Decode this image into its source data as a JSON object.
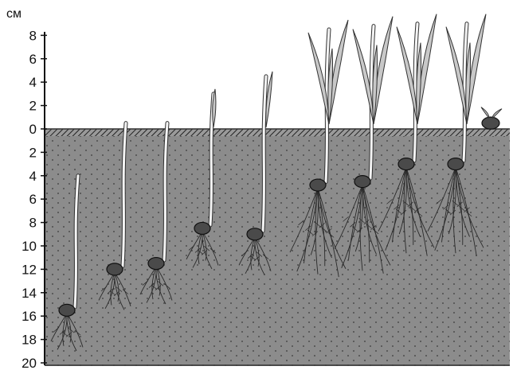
{
  "axis": {
    "unit": "см",
    "ticks": [
      {
        "label": "8",
        "value": 8,
        "above": true
      },
      {
        "label": "6",
        "value": 6,
        "above": true
      },
      {
        "label": "4",
        "value": 4,
        "above": true
      },
      {
        "label": "2",
        "value": 2,
        "above": true
      },
      {
        "label": "0",
        "value": 0,
        "above": true
      },
      {
        "label": "2",
        "value": 2,
        "above": false
      },
      {
        "label": "4",
        "value": 4,
        "above": false
      },
      {
        "label": "6",
        "value": 6,
        "above": false
      },
      {
        "label": "8",
        "value": 8,
        "above": false
      },
      {
        "label": "10",
        "value": 10,
        "above": false
      },
      {
        "label": "12",
        "value": 12,
        "above": false
      },
      {
        "label": "14",
        "value": 14,
        "above": false
      },
      {
        "label": "16",
        "value": 16,
        "above": false
      },
      {
        "label": "18",
        "value": 18,
        "above": false
      },
      {
        "label": "20",
        "value": 20,
        "above": false
      }
    ]
  },
  "seedlings": [
    {
      "depth_cm": 15.5,
      "shoot_top_cm": -4.0,
      "stage": "sprout"
    },
    {
      "depth_cm": 12.0,
      "shoot_top_cm": 0.5,
      "stage": "sprout"
    },
    {
      "depth_cm": 11.5,
      "shoot_top_cm": 0.5,
      "stage": "sprout"
    },
    {
      "depth_cm": 8.5,
      "shoot_top_cm": 3.0,
      "stage": "emerged"
    },
    {
      "depth_cm": 9.0,
      "shoot_top_cm": 4.5,
      "stage": "emerged"
    },
    {
      "depth_cm": 4.8,
      "shoot_top_cm": 8.5,
      "stage": "leafy"
    },
    {
      "depth_cm": 4.5,
      "shoot_top_cm": 8.8,
      "stage": "leafy"
    },
    {
      "depth_cm": 3.0,
      "shoot_top_cm": 9.0,
      "stage": "leafy"
    },
    {
      "depth_cm": 3.0,
      "shoot_top_cm": 9.0,
      "stage": "leafy"
    },
    {
      "depth_cm": -0.5,
      "shoot_top_cm": 0.8,
      "stage": "surface"
    }
  ],
  "colors": {
    "soil": "#8c8c8c",
    "soil_dots": "#3a3a3a",
    "surface_band": "#555555",
    "seed": "#4a4a4a",
    "shoot": "#f4f4f4",
    "leaf": "#c8c8c8",
    "root": "#2a2a2a"
  }
}
